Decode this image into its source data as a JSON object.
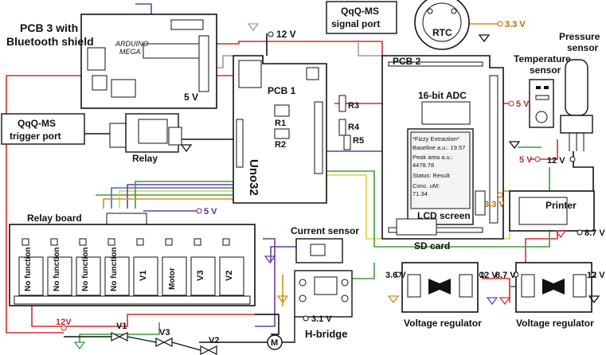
{
  "colors": {
    "red_wire": "#d32f2f",
    "purple_wire": "#6a3d9a",
    "green_wire": "#3a9d3a",
    "orange_wire": "#d88a1f",
    "blue_wire": "#3b6fd0",
    "yellow_wire": "#e2d23a",
    "gray_wire": "#9e9e9e",
    "black_wire": "#111111"
  },
  "labels": {
    "pcb3": [
      "PCB 3 with",
      "Bluetooth shield"
    ],
    "bt_5v": "5 V",
    "bt_12v": "12 V",
    "qqq_signal": [
      "QqQ-MS",
      "signal port"
    ],
    "rtc": "RTC",
    "rtc_3v3": "3.3 V",
    "pressure": [
      "Pressure",
      "sensor"
    ],
    "temperature": [
      "Temperature",
      "sensor"
    ],
    "pcb2": "PCB 2",
    "adc": "16-bit ADC",
    "adc_5v": "5 V",
    "temp_5v": "5 V",
    "pressure_12v": "12 V",
    "pcb1": "PCB 1",
    "r1": "R1",
    "r2": "R2",
    "r3": "R3",
    "r4": "R4",
    "r5": "R5",
    "uno32": "Uno32",
    "qqq_trigger": [
      "QqQ-MS",
      "trigger port"
    ],
    "relay": "Relay",
    "lcd_lines": [
      "*Fizzy Extraction*",
      "Baseline a.u.: 19.57",
      "Peak area a.u.:",
      "4478.78",
      "Status: Result",
      "Conc. uM:",
      "71.34"
    ],
    "lcd": "LCD screen",
    "lcd_3v3": "3.3 V",
    "printer": "Printer",
    "printer_87v": "8.7 V",
    "sd": "SD card",
    "relay_board": "Relay board",
    "rb_5v": "5 V",
    "rb_channels": [
      "No function",
      "No function",
      "No function",
      "No function",
      "V1",
      "Motor",
      "V3",
      "V2"
    ],
    "current_sensor": "Current sensor",
    "hbridge": "H-bridge",
    "hb_31v": "3.1 V",
    "vreg1_in": "3.6 V",
    "vreg1_out": "12 V",
    "vreg2_in": "8.7 V",
    "vreg2_out": "12 V",
    "vreg1": "Voltage regulator",
    "vreg2": "Voltage regulator",
    "v12_bottom": "12V",
    "v1": "V1",
    "v2": "V2",
    "v3": "V3",
    "motor": "M",
    "bt_logo": [
      "ARDUINO",
      "MEGA"
    ]
  }
}
